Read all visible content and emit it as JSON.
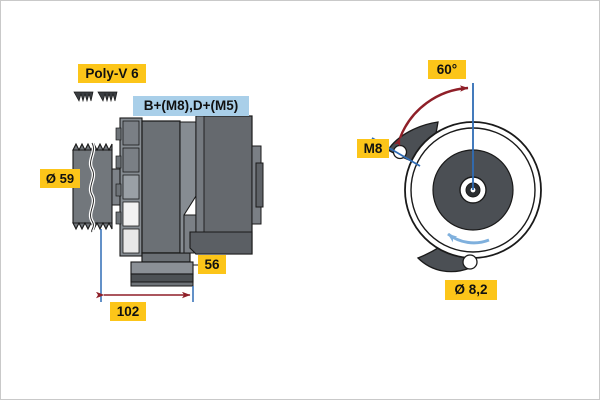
{
  "diagram": {
    "title": "Alternator technical dimension drawing",
    "colors": {
      "callout_yellow": "#fcc519",
      "callout_blue": "#a9cfe9",
      "dimension_red": "#8f1f28",
      "extension_blue": "#2f6cb5",
      "rotation_arrow_blue": "#7fb0dd",
      "body_gray": "#6e7378",
      "body_gray_dark": "#4d5155",
      "body_gray_light": "#8b9096",
      "outline": "#1a1a1a",
      "background": "#ffffff"
    },
    "views": {
      "side_view": {
        "name": "side-view",
        "callouts": [
          {
            "id": "poly-v",
            "text": "Poly-V 6",
            "style": "yellow"
          },
          {
            "id": "terminals",
            "text": "B+(M8),D+(M5)",
            "style": "blue"
          },
          {
            "id": "pulley-diameter",
            "text": "Ø 59",
            "style": "yellow"
          },
          {
            "id": "flange-depth",
            "text": "56",
            "style": "yellow"
          },
          {
            "id": "overall-length",
            "text": "102",
            "style": "yellow"
          }
        ]
      },
      "front_view": {
        "name": "front-view",
        "callouts": [
          {
            "id": "mounting-angle",
            "text": "60°",
            "style": "yellow"
          },
          {
            "id": "thread-size",
            "text": "M8",
            "style": "yellow"
          },
          {
            "id": "bolt-hole-diameter",
            "text": "Ø 8,2",
            "style": "yellow"
          }
        ]
      }
    }
  }
}
